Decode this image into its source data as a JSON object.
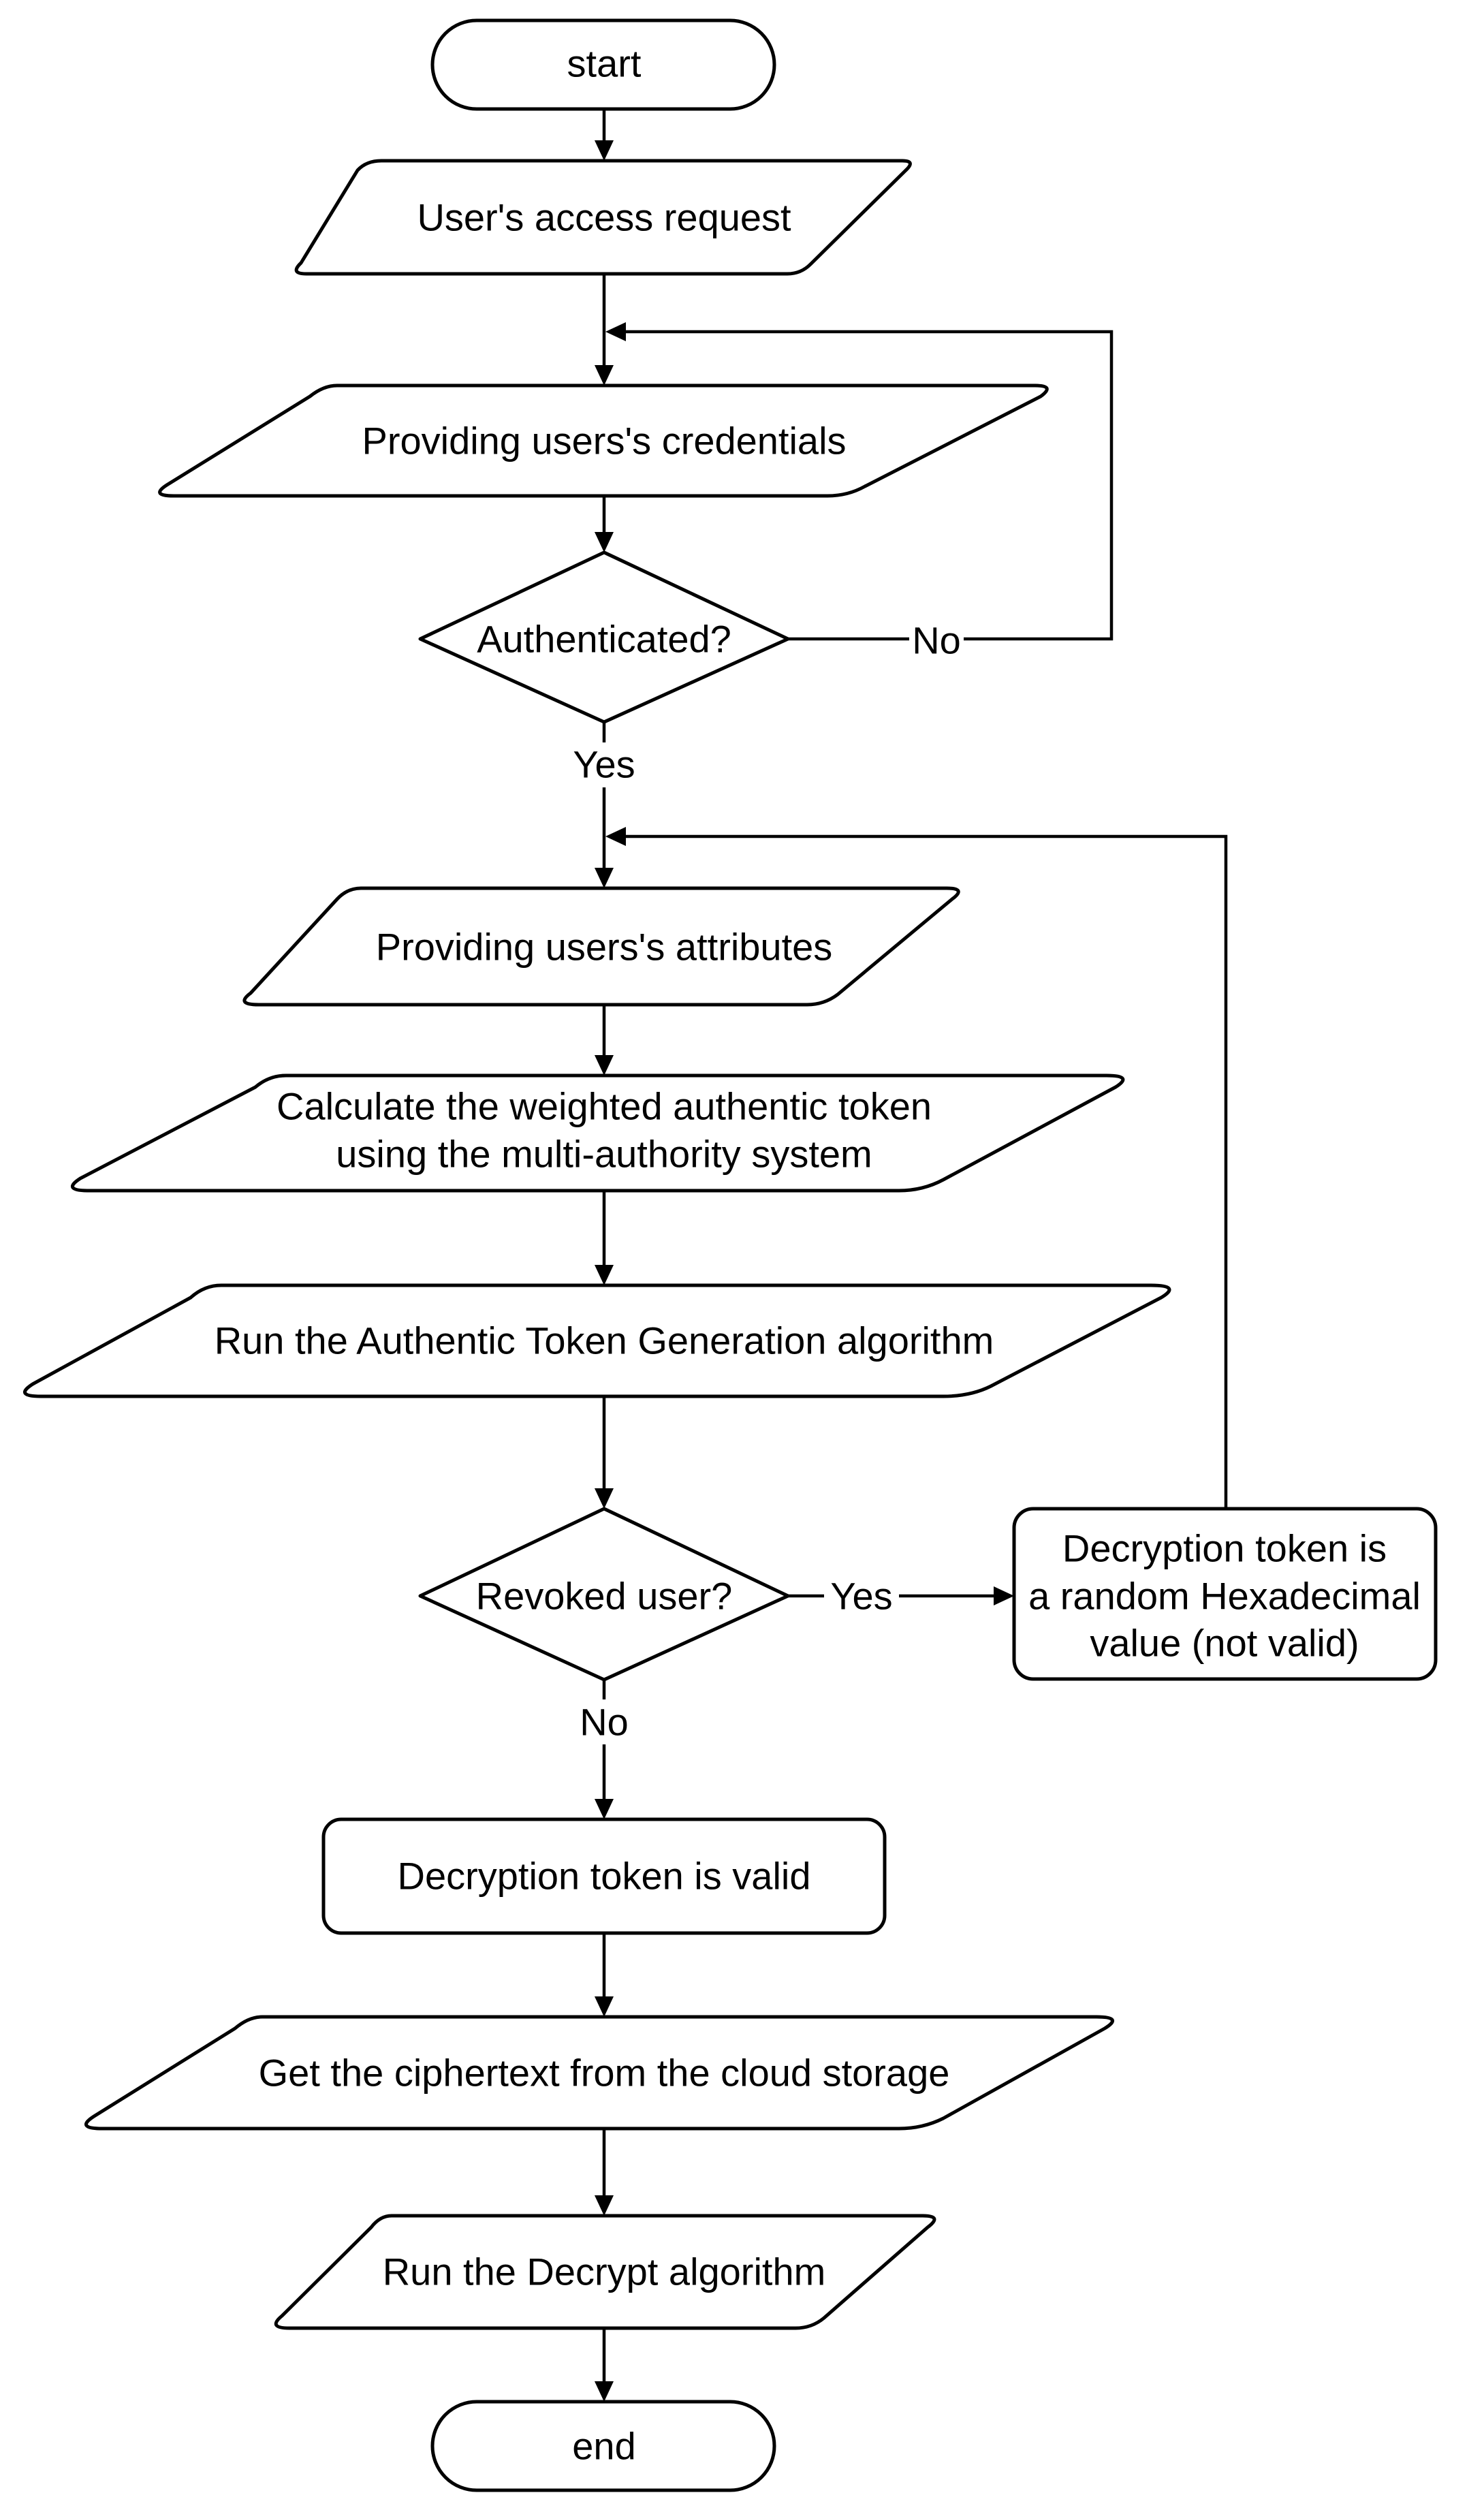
{
  "nodes": {
    "start": "start",
    "access_request": "User's access request",
    "credentials": "Providing users's credentials",
    "authenticated": "Authenticated?",
    "attributes": "Providing users's attributes",
    "calculate_line1": "Calculate the weighted authentic token",
    "calculate_line2": "using the multi-authority system",
    "run_generation": "Run the Authentic Token Generation algorithm",
    "revoked": "Revoked user?",
    "invalid_line1": "Decryption token is",
    "invalid_line2": "a random Hexadecimal",
    "invalid_line3": "value (not valid)",
    "valid": "Decryption token is valid",
    "get_ciphertext": "Get the ciphertext from the cloud storage",
    "run_decrypt": "Run the Decrypt algorithm",
    "end": "end"
  },
  "edge_labels": {
    "auth_no": "No",
    "auth_yes": "Yes",
    "revoked_yes": "Yes",
    "revoked_no": "No"
  },
  "colors": {
    "stroke": "#000000",
    "fill": "#ffffff"
  }
}
